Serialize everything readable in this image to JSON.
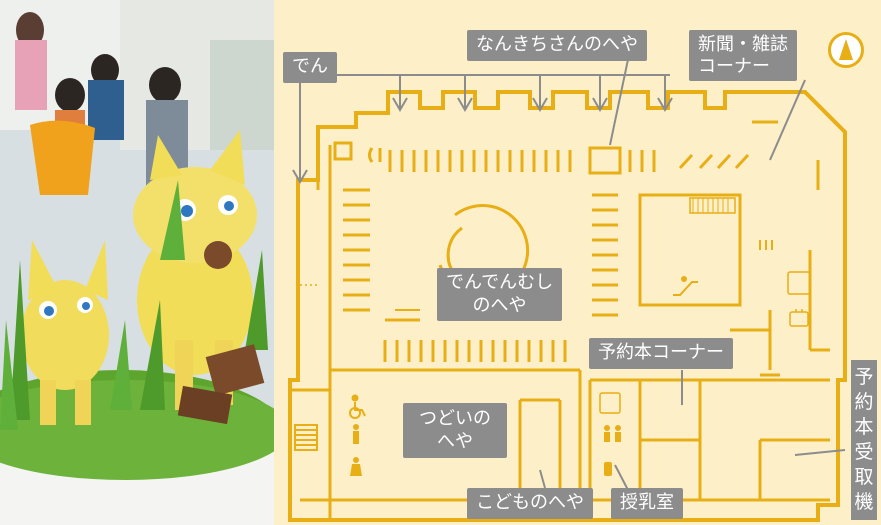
{
  "labels": {
    "den": "でん",
    "nankichi_room": "なんきちさんのへや",
    "newspaper_corner": "新聞・雑誌\nコーナー",
    "denden_room_line1": "でんでんむし",
    "denden_room_line2": "のへや",
    "reserve_corner": "予約本コーナー",
    "tsudoi_line1": "つどいの",
    "tsudoi_line2": "へや",
    "kodomo_room": "こどものへや",
    "nursing_room": "授乳室",
    "reserve_pickup": [
      "予",
      "約",
      "本",
      "受",
      "取",
      "機"
    ]
  },
  "colors": {
    "map_background": "#fdf0c8",
    "wall": "#e8ae16",
    "label_background": "#8c8c8c",
    "label_text": "#ffffff"
  },
  "icons": [
    "north-compass-icon",
    "wheelchair-icon",
    "toilet-icon",
    "elevator-icon",
    "escalator-icon",
    "baby-icon",
    "locker-icon"
  ]
}
